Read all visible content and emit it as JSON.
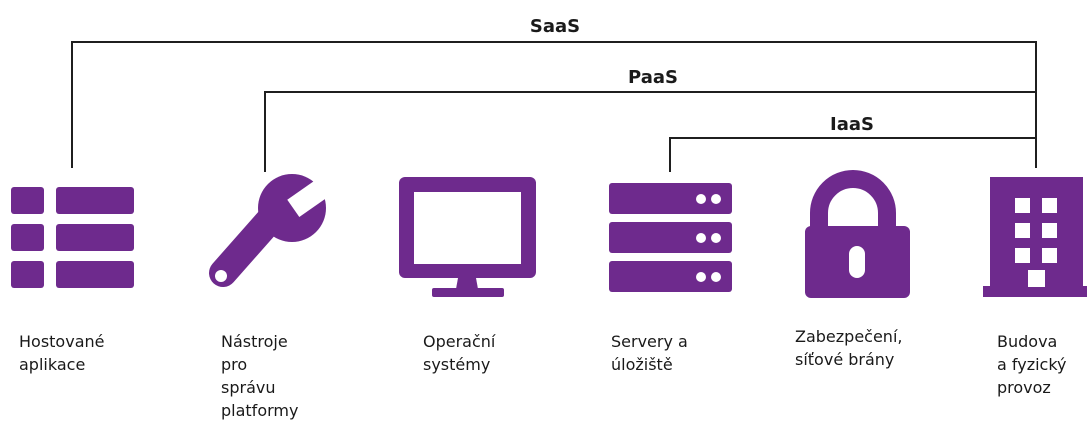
{
  "tiers": [
    {
      "label": "SaaS"
    },
    {
      "label": "PaaS"
    },
    {
      "label": "IaaS"
    }
  ],
  "items": [
    {
      "icon": "app-grid-icon",
      "caption_lines": [
        "Hostované",
        "aplikace"
      ]
    },
    {
      "icon": "wrench-icon",
      "caption_lines": [
        "Nástroje",
        "pro",
        "správu",
        "platformy"
      ]
    },
    {
      "icon": "monitor-icon",
      "caption_lines": [
        "Operační",
        "systémy"
      ]
    },
    {
      "icon": "server-icon",
      "caption_lines": [
        "Servery a",
        "úložiště"
      ]
    },
    {
      "icon": "unlocked-padlock-icon",
      "caption_lines": [
        "Zabezpečení,",
        "síťové brány"
      ]
    },
    {
      "icon": "building-icon",
      "caption_lines": [
        "Budova",
        "a fyzický",
        "provoz"
      ]
    }
  ],
  "colors": {
    "accent": "#6e2a8d",
    "line": "#1f1f1f"
  }
}
